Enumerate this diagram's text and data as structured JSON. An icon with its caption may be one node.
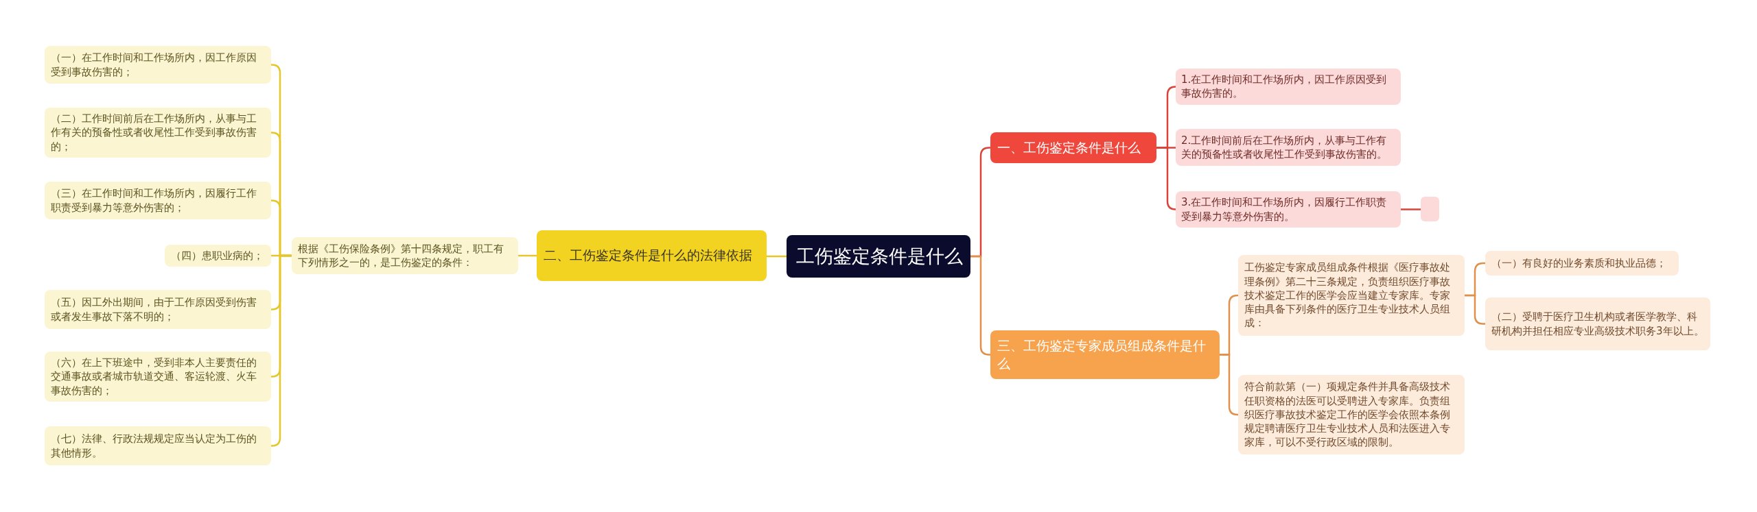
{
  "diagram": {
    "nodes": [
      {
        "text": [
          "工伤鉴定条件是什么"
        ]
      },
      {
        "text": [
          "一、工伤鉴定条件是什么"
        ]
      },
      {
        "text": [
          "1.在工作时间和工作场所内，因工作原因受到事故伤害的。"
        ]
      },
      {
        "text": [
          "2.工作时间前后在工作场所内，从事与工作有关的预备性或者收尾性工作受到事故伤害的。"
        ]
      },
      {
        "text": [
          "3.在工作时间和工作场所内，因履行工作职责受到暴力等意外伤害的。"
        ]
      },
      {
        "text": [],
        "shape": "box"
      },
      {
        "text": [
          "三、工伤鉴定专家成员组成条件是什么"
        ]
      },
      {
        "text": [
          "工伤鉴定专家成员组成条件根据《医疗事故处理条例》第二十三条规定，负责组织医疗事故技术鉴定工作的医学会应当建立专家库。专家库由具备下列条件的医疗卫生专业技术人员组成："
        ]
      },
      {
        "text": [
          "（一）有良好的业务素质和执业品德；"
        ]
      },
      {
        "text": [
          "（二）受聘于医疗卫生机构或者医学教学、科研机构并担任相应专业高级技术职务3年以上。"
        ]
      },
      {
        "text": [
          "符合前款第（一）项规定条件并具备高级技术任职资格的法医可以受聘进入专家库。负责组织医疗事故技术鉴定工作的医学会依照本条例规定聘请医疗卫生专业技术人员和法医进入专家库，可以不受行政区域的限制。"
        ]
      },
      {
        "text": [
          "二、工伤鉴定条件是什么的法律依据"
        ]
      },
      {
        "text": [
          "根据《工伤保险条例》第十四条规定，职工有下列情形之一的，是工伤鉴定的条件："
        ]
      },
      {
        "text": [
          "（一）在工作时间和工作场所内，因工作原因受到事故伤害的；"
        ]
      },
      {
        "text": [
          "（二）工作时间前后在工作场所内，从事与工作有关的预备性或者收尾性工作受到事故伤害的；"
        ]
      },
      {
        "text": [
          "（三）在工作时间和工作场所内，因履行工作职责受到暴力等意外伤害的；"
        ]
      },
      {
        "text": [
          "（四）患职业病的；"
        ]
      },
      {
        "text": [
          "（五）因工外出期间，由于工作原因受到伤害或者发生事故下落不明的；"
        ]
      },
      {
        "text": [
          "（六）在上下班途中，受到非本人主要责任的交通事故或者城市轨道交通、客运轮渡、火车事故伤害的；"
        ]
      },
      {
        "text": [
          "（七）法律、行政法规规定应当认定为工伤的其他情形。"
        ]
      }
    ],
    "edges": [
      {
        "from": 0,
        "to": 1,
        "arrow": "none",
        "color": "#d9443a"
      },
      {
        "from": 1,
        "to": 2,
        "arrow": "none",
        "color": "#d9443a"
      },
      {
        "from": 1,
        "to": 3,
        "arrow": "none",
        "color": "#d9443a"
      },
      {
        "from": 1,
        "to": 4,
        "arrow": "none",
        "color": "#d9443a"
      },
      {
        "from": 4,
        "to": 5,
        "arrow": "none",
        "color": "#d9443a"
      },
      {
        "from": 0,
        "to": 6,
        "arrow": "none",
        "color": "#e0904a"
      },
      {
        "from": 6,
        "to": 7,
        "arrow": "none",
        "color": "#e0904a"
      },
      {
        "from": 7,
        "to": 8,
        "arrow": "none",
        "color": "#e0904a"
      },
      {
        "from": 7,
        "to": 9,
        "arrow": "none",
        "color": "#e0904a"
      },
      {
        "from": 6,
        "to": 10,
        "arrow": "none",
        "color": "#e0904a"
      },
      {
        "from": 0,
        "to": 11,
        "arrow": "none"
      },
      {
        "from": 11,
        "to": 12,
        "arrow": "none"
      },
      {
        "from": 12,
        "to": 13,
        "arrow": "none"
      },
      {
        "from": 12,
        "to": 14,
        "arrow": "none"
      },
      {
        "from": 12,
        "to": 15,
        "arrow": "none"
      },
      {
        "from": 12,
        "to": 16,
        "arrow": "none"
      },
      {
        "from": 12,
        "to": 17,
        "arrow": "none"
      },
      {
        "from": 12,
        "to": 18,
        "arrow": "none"
      },
      {
        "from": 12,
        "to": 19,
        "arrow": "none"
      }
    ]
  }
}
